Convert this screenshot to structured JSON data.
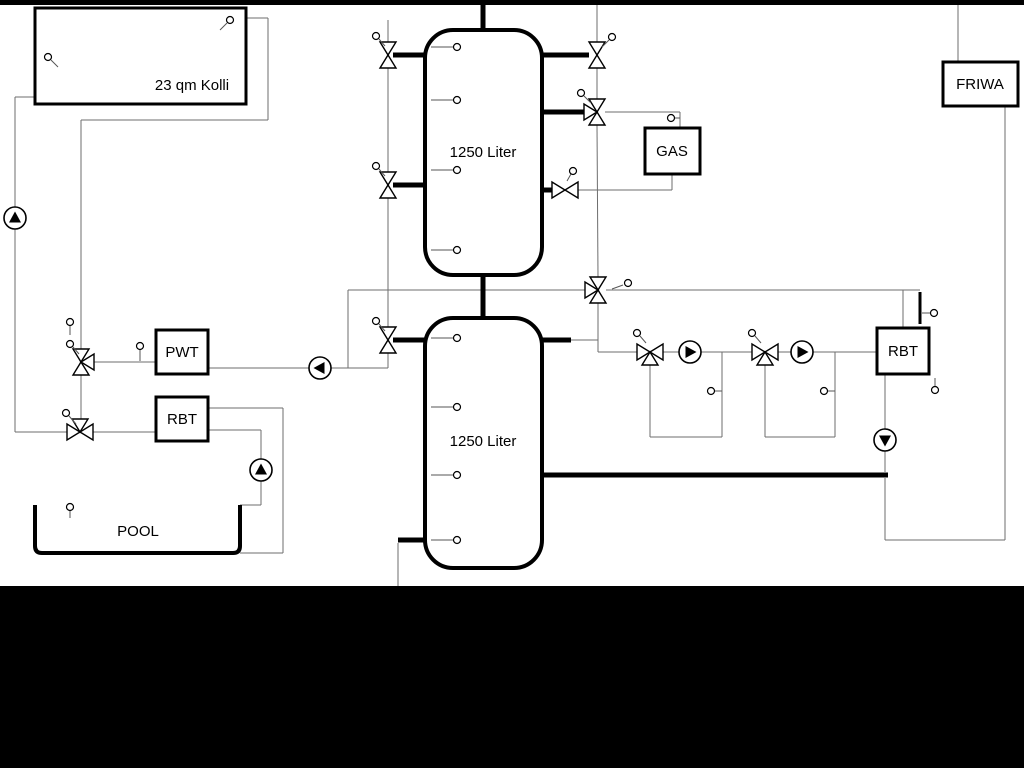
{
  "labels": {
    "collector": "23 qm Kolli",
    "tank_top": "1250 Liter",
    "tank_bottom": "1250 Liter",
    "pwt": "PWT",
    "rbt_left": "RBT",
    "gas": "GAS",
    "friwa": "FRIWA",
    "rbt_right": "RBT",
    "pool": "POOL"
  },
  "colors": {
    "background": "#ffffff",
    "thick_pipe": "#000000",
    "thin_pipe": "#6e6e6e",
    "component_border": "#000000",
    "mask_bars": "#000000"
  },
  "legend": {
    "pump": "circle with filled triangle showing flow direction",
    "valve_2way": "bowtie (two hollow triangles)",
    "valve_3way": "bowtie with third hollow triangle",
    "sensor": "small hollow circle with stem"
  }
}
